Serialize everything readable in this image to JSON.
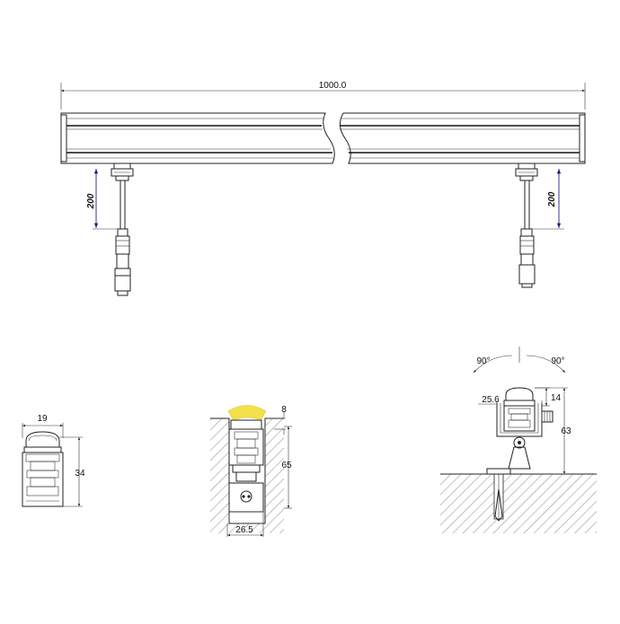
{
  "drawing": {
    "overall_length_label": "1000.0",
    "left_cable_length_label": "200",
    "right_cable_length_label": "200",
    "section_width_label": "19",
    "section_height_label": "34",
    "recess_top_label": "8",
    "recess_height_label": "65",
    "recess_width_label": "26.5",
    "bracket_width_label": "25.6",
    "bracket_offset_label": "14",
    "bracket_height_label": "63",
    "rotation_left_label": "90°",
    "rotation_right_label": "90°",
    "colors": {
      "lines": "#222222",
      "light_emission": "#f3e04c",
      "background": "#ffffff"
    }
  }
}
